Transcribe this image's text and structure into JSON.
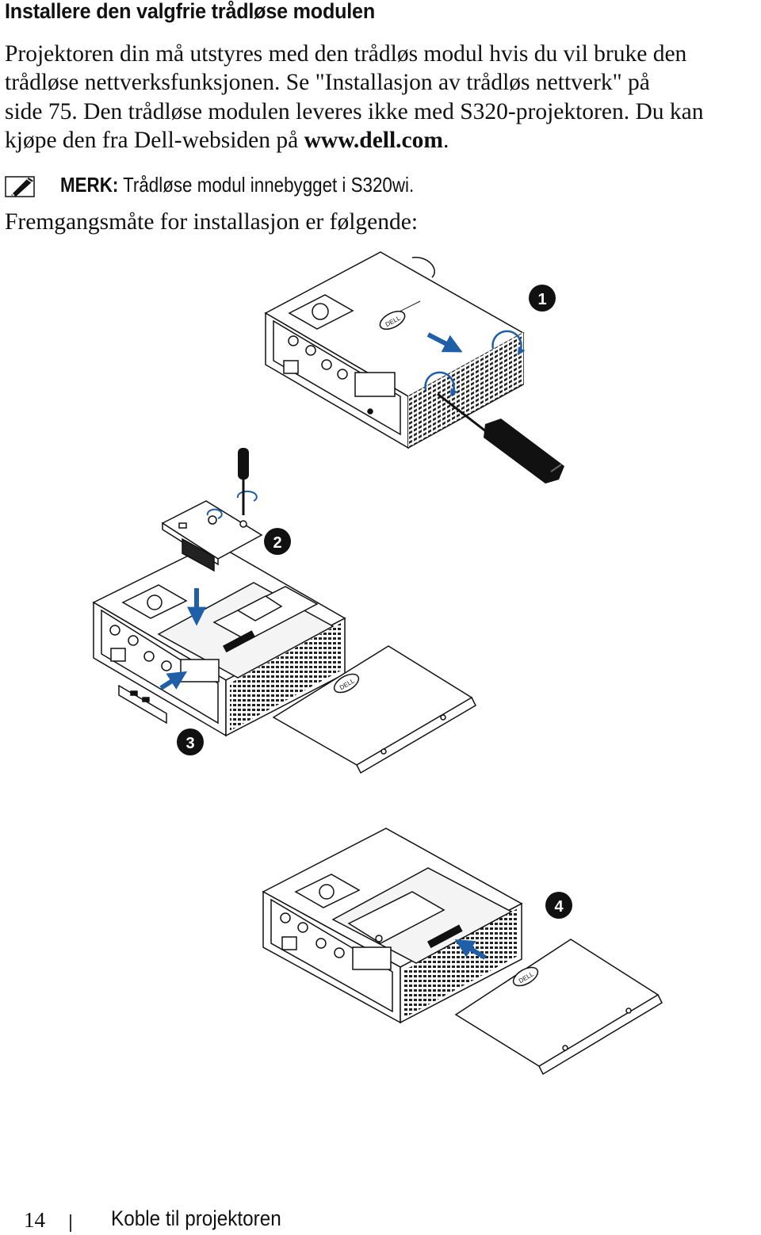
{
  "heading": "Installere den valgfrie trådløse modulen",
  "body": {
    "line1": "Projektoren din må utstyres med den trådløs modul hvis du vil bruke den",
    "line2": "trådløse nettverksfunksjonen. Se \"Installasjon av trådløs nettverk\" på",
    "line3": "side 75. Den trådløse modulen leveres ikke med S320-projektoren. Du kan",
    "line4_prefix": "kjøpe den fra Dell-websiden på ",
    "link": "www.dell.com",
    "line4_suffix": "."
  },
  "note": {
    "icon": "note-pencil-icon",
    "label": "MERK:",
    "text": " Trådløse modul innebygget i S320wi."
  },
  "steps_intro": "Fremgangsmåte for installasjon er følgende:",
  "figure": {
    "step_badges": [
      "1",
      "2",
      "3",
      "4"
    ],
    "logo_text": "DELL"
  },
  "footer": {
    "page_number": "14",
    "section_title": "Koble til projektoren"
  }
}
